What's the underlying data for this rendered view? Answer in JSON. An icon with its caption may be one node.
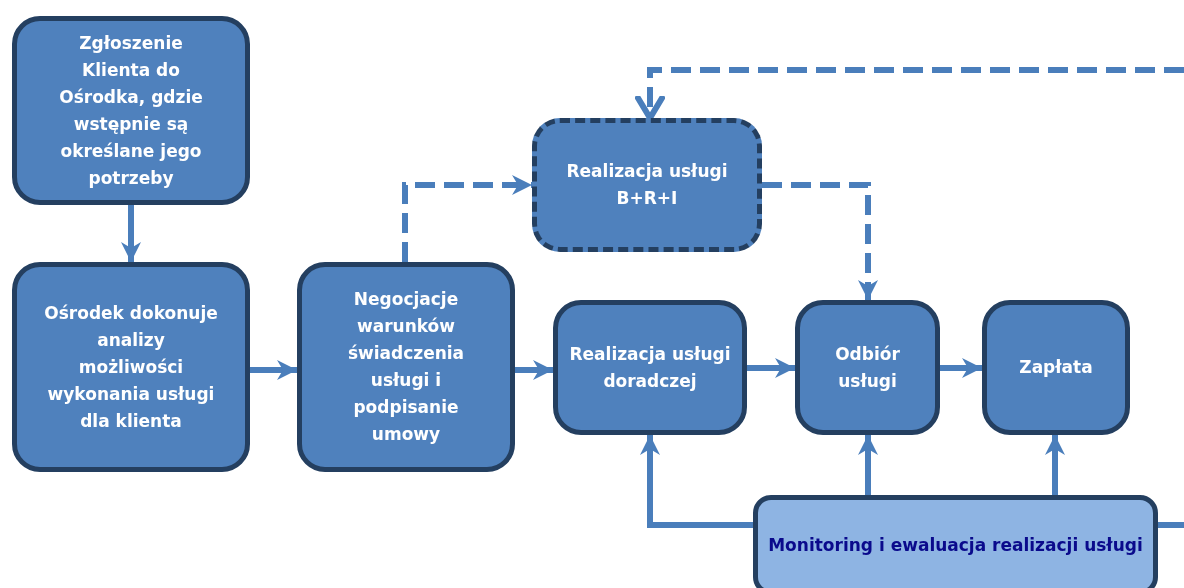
{
  "diagram": {
    "nodes": [
      {
        "text": [
          "Zgłoszenie Klienta do Ośrodka, gdzie wstępnie są określane jego potrzeby"
        ]
      },
      {
        "text": [
          "Ośrodek dokonuje analizy możliwości wykonania usługi dla klienta"
        ]
      },
      {
        "text": [
          "Negocjacje warunków świadczenia usługi i podpisanie umowy"
        ]
      },
      {
        "text": [
          "Realizacja usługi B+R+I"
        ]
      },
      {
        "text": [
          "Realizacja usługi doradczej"
        ]
      },
      {
        "text": [
          "Odbiór usługi"
        ]
      },
      {
        "text": [
          "Zapłata"
        ]
      },
      {
        "text": [
          "Monitoring i ewaluacja realizacji usługi"
        ]
      }
    ],
    "edges": [
      {
        "from": 0,
        "to": 1,
        "arrow": "to"
      },
      {
        "from": 1,
        "to": 2,
        "arrow": "to"
      },
      {
        "from": 2,
        "to": 3,
        "arrow": "to",
        "style": "dashed"
      },
      {
        "from": 3,
        "to": 5,
        "arrow": "to",
        "style": "dashed"
      },
      {
        "from": 2,
        "to": 4,
        "arrow": "to"
      },
      {
        "from": 4,
        "to": 5,
        "arrow": "to"
      },
      {
        "from": 5,
        "to": 6,
        "arrow": "to"
      },
      {
        "from": 7,
        "to": 4,
        "arrow": "to"
      },
      {
        "from": 7,
        "to": 5,
        "arrow": "to"
      },
      {
        "from": 7,
        "to": 6,
        "arrow": "to"
      },
      {
        "from": null,
        "to": 3,
        "arrow": "to",
        "style": "dashed"
      },
      {
        "from": 7,
        "to": null,
        "arrow": "none"
      }
    ]
  }
}
